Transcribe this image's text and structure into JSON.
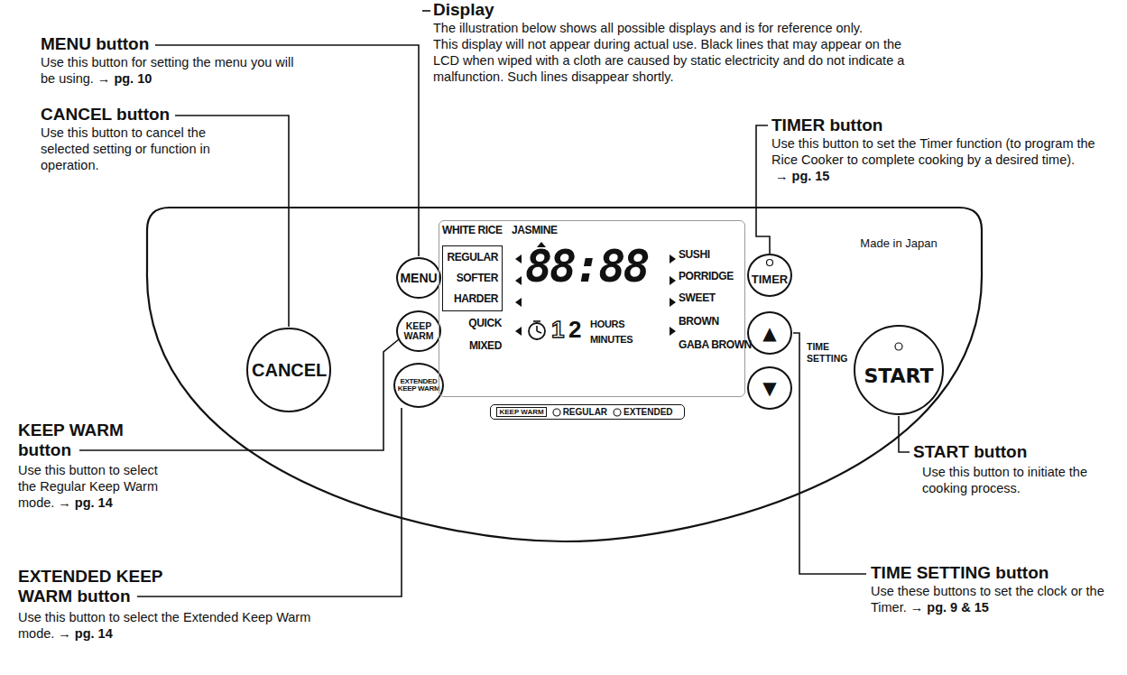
{
  "diagram": {
    "nodes": [
      {
        "text": [
          "Made in Japan"
        ]
      },
      {
        "text": [
          "CANCEL"
        ],
        "in": 0
      },
      {
        "text": [
          "MENU"
        ],
        "in": 0
      },
      {
        "text": [
          "KEEP WARM"
        ],
        "in": 0
      },
      {
        "text": [
          "EXTENDED KEEP WARM"
        ],
        "in": 0
      },
      {
        "text": [
          "WHITE RICE",
          "JASMINE",
          "QUICK",
          "MIXED",
          "88:88",
          "1",
          "2",
          "HOURS",
          "MINUTES",
          "SUSHI",
          "PORRIDGE",
          "SWEET",
          "BROWN",
          "GABA BROWN"
        ],
        "in": 0
      },
      {
        "text": [
          "REGULAR",
          "SOFTER",
          "HARDER"
        ],
        "in": 5
      },
      {
        "text": [
          "KEEP WARM",
          "REGULAR",
          "EXTENDED"
        ],
        "in": 0
      },
      {
        "text": [
          "TIMER"
        ],
        "in": 0
      },
      {
        "text": [
          "▲"
        ],
        "in": 0
      },
      {
        "text": [
          "▼"
        ],
        "in": 0
      },
      {
        "text": [
          "START"
        ],
        "in": 0
      }
    ],
    "labels": [
      "MENU button",
      "Use this button for setting the menu you will be using.",
      "→ pg. 10",
      "CANCEL button",
      "Use this button to cancel the selected setting or function in operation.",
      "Display",
      "The illustration below shows all possible displays and is for reference only.",
      "This display will not appear during actual use. Black lines that may appear on the LCD when wiped with a cloth are caused by static electricity and do not indicate a malfunction. Such lines disappear shortly.",
      "TIMER button",
      "Use this button to set the Timer function (to program the Rice Cooker to complete cooking by a desired time).",
      "→ pg. 15",
      "KEEP WARM button",
      "Use this button to select the Regular Keep Warm mode.",
      "→ pg. 14",
      "EXTENDED KEEP WARM button",
      "Use this button to select the Extended Keep Warm mode.",
      "→ pg. 14",
      "START button",
      "Use this button to initiate the cooking process.",
      "TIME SETTING button",
      "Use these buttons to set the clock or the Timer.",
      "→ pg. 9 & 15",
      "TIME SETTING"
    ]
  }
}
